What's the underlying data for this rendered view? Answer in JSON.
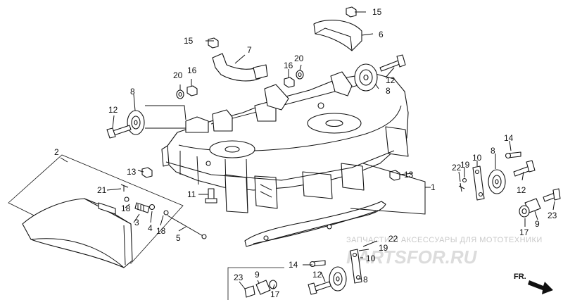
{
  "diagram": {
    "callouts": {
      "c1": "1",
      "c2": "2",
      "c3": "3",
      "c4": "4",
      "c5": "5",
      "c6": "6",
      "c7": "7",
      "c8a": "8",
      "c8b": "8",
      "c8c": "8",
      "c8d": "8",
      "c9a": "9",
      "c9b": "9",
      "c10a": "10",
      "c10b": "10",
      "c11": "11",
      "c12a": "12",
      "c12b": "12",
      "c12c": "12",
      "c12d": "12",
      "c13a": "13",
      "c13b": "13",
      "c14a": "14",
      "c14b": "14",
      "c15a": "15",
      "c15b": "15",
      "c16a": "16",
      "c16b": "16",
      "c17a": "17",
      "c17b": "17",
      "c18a": "18",
      "c18b": "18",
      "c19a": "19",
      "c19b": "19",
      "c20a": "20",
      "c20b": "20",
      "c21": "21",
      "c22a": "22",
      "c22b": "22",
      "c23a": "23",
      "c23b": "23"
    },
    "watermark": {
      "line1": "ЗАПЧАСТИ И АКСЕССУАРЫ ДЛЯ МОТОТЕХНИКИ",
      "line2": "PARTSFOR.RU"
    },
    "front_indicator": {
      "label": "FR."
    }
  }
}
